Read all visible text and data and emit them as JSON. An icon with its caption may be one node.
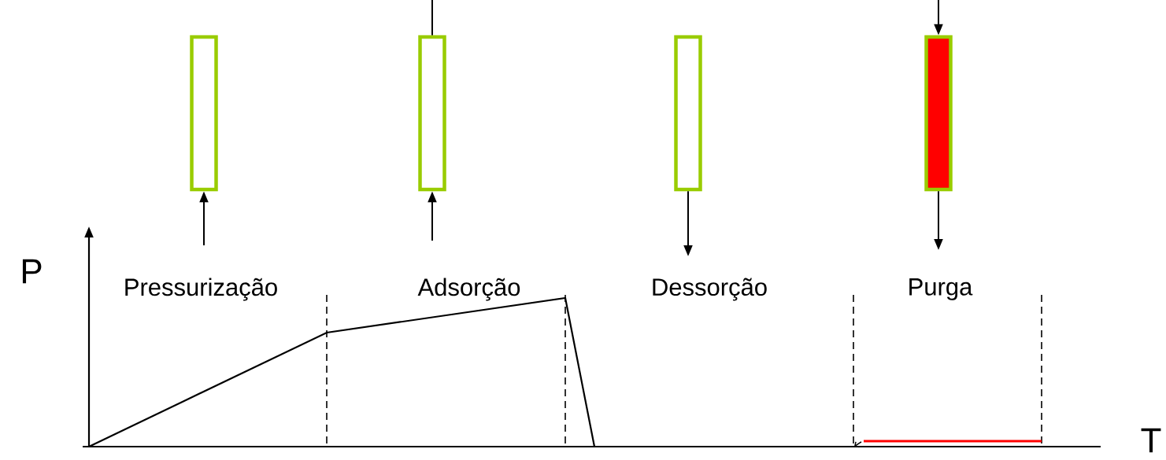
{
  "diagram": {
    "nodes": [
      {
        "text": [],
        "shape": "bar"
      },
      {
        "text": [],
        "shape": "bar"
      },
      {
        "text": [],
        "shape": "bar"
      },
      {
        "text": [],
        "shape": "bar"
      }
    ],
    "edges": [
      {
        "from": null,
        "to": 0,
        "arrow": "to"
      },
      {
        "from": null,
        "to": 1,
        "arrow": "none"
      },
      {
        "from": null,
        "to": 1,
        "arrow": "to"
      },
      {
        "from": 2,
        "to": null,
        "arrow": "to"
      },
      {
        "from": null,
        "to": 3,
        "arrow": "to"
      },
      {
        "from": 3,
        "to": null,
        "arrow": "to"
      }
    ],
    "labels": [
      "P",
      "Pressurização",
      "Adsorção",
      "Dessorção",
      "Purga",
      "T"
    ]
  }
}
